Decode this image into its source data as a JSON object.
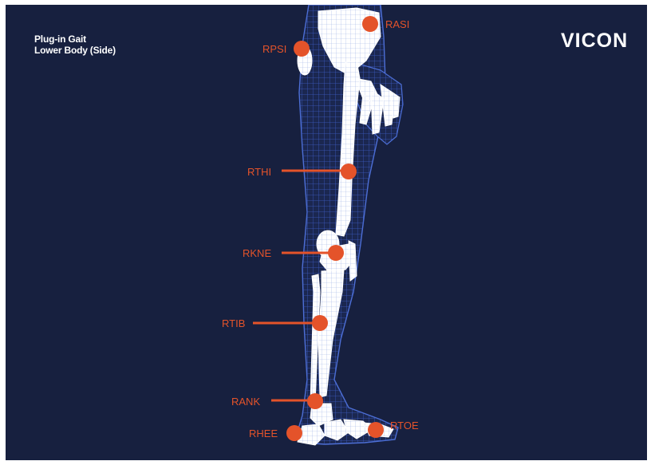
{
  "title": {
    "line1": "Plug-in Gait",
    "line2": "Lower Body (Side)"
  },
  "logo": {
    "text": "VICON"
  },
  "colors": {
    "background": "#17203f",
    "marker": "#e4532a",
    "mesh": "#3b5cc4",
    "bone": "#ffffff",
    "text": "#ffffff"
  },
  "markers": [
    {
      "id": "RASI",
      "label": "RASI"
    },
    {
      "id": "RPSI",
      "label": "RPSI"
    },
    {
      "id": "RTHI",
      "label": "RTHI"
    },
    {
      "id": "RKNE",
      "label": "RKNE"
    },
    {
      "id": "RTIB",
      "label": "RTIB"
    },
    {
      "id": "RANK",
      "label": "RANK"
    },
    {
      "id": "RHEE",
      "label": "RHEE"
    },
    {
      "id": "RTOE",
      "label": "RTOE"
    }
  ]
}
